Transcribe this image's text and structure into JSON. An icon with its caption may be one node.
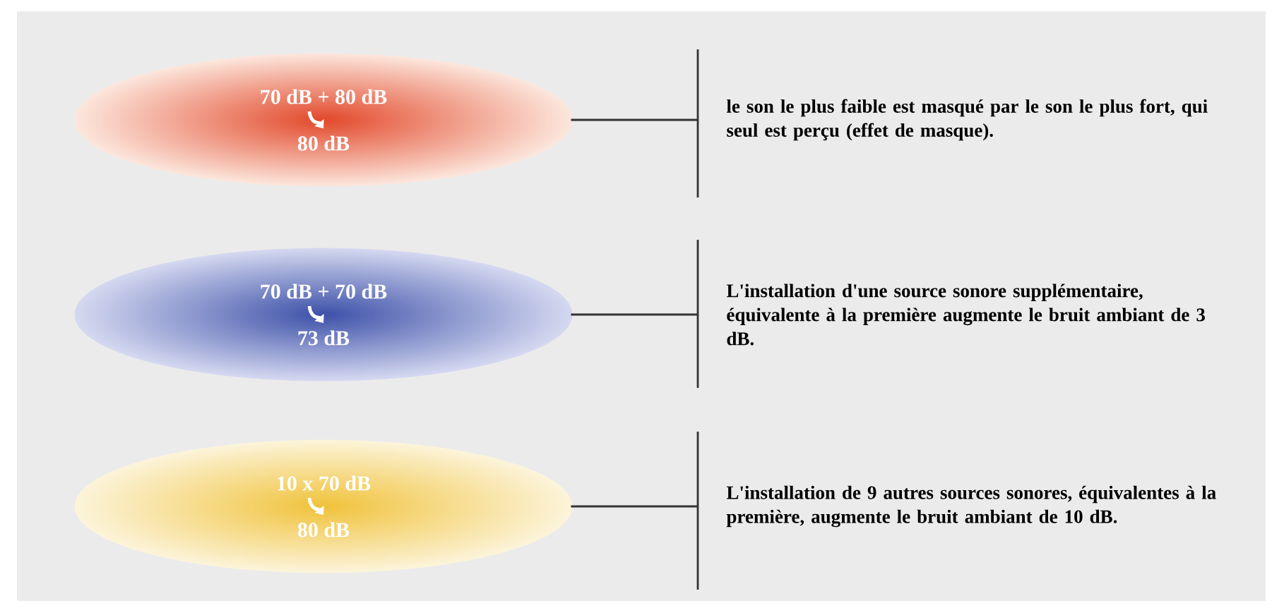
{
  "diagram": {
    "nodes": [
      {
        "text": [
          "70 dB + 80 dB",
          "80 dB"
        ]
      },
      {
        "text": [
          "le son le plus faible est masqué par le son le plus fort, qui seul est perçu (effet de masque)."
        ]
      },
      {
        "text": [
          "70 dB + 70 dB",
          "73 dB"
        ]
      },
      {
        "text": [
          "L'installation d'une source sonore supplémentaire, équivalente à la première augmente le bruit ambiant de 3 dB."
        ]
      },
      {
        "text": [
          "10 x 70 dB",
          "80 dB"
        ]
      },
      {
        "text": [
          "L'installation de 9 autres sources sonores, équivalentes à la première, augmente le bruit ambiant de 10 dB."
        ]
      }
    ],
    "edges": [
      {
        "from": 0,
        "to": 1,
        "arrow": "none"
      },
      {
        "from": 2,
        "to": 3,
        "arrow": "none"
      },
      {
        "from": 4,
        "to": 5,
        "arrow": "none"
      }
    ]
  }
}
